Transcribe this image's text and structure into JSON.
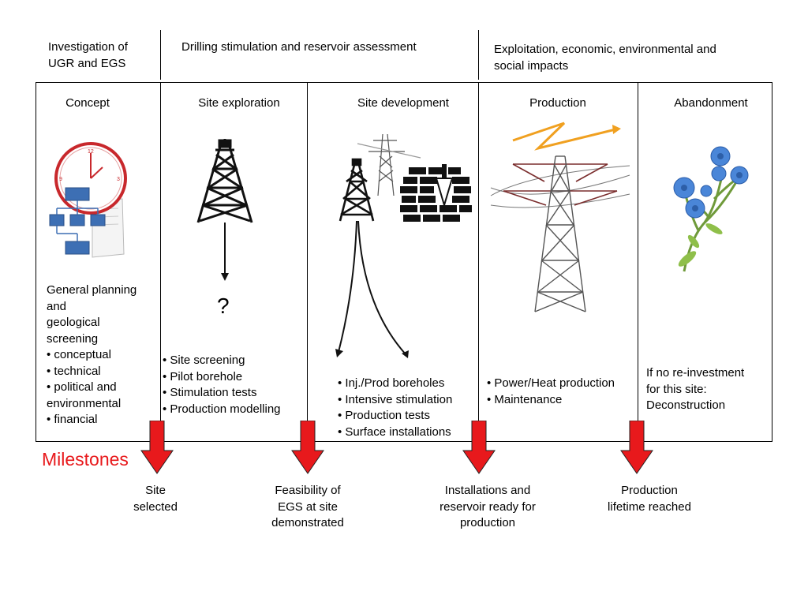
{
  "header": {
    "phase1": "Investigation of\nUGR and EGS",
    "phase2": "Drilling stimulation and reservoir assessment",
    "phase3": "Exploitation, economic, environmental and\nsocial impacts"
  },
  "columns": [
    {
      "title": "Concept",
      "body": "General planning\nand\ngeological\nscreening\n• conceptual\n• technical\n• political and\nenvironmental\n• financial"
    },
    {
      "title": "Site exploration",
      "body": "• Site screening\n• Pilot borehole\n• Stimulation tests\n• Production modelling"
    },
    {
      "title": "Site development",
      "body": "• Inj./Prod boreholes\n• Intensive stimulation\n• Production tests\n• Surface installations"
    },
    {
      "title": "Production",
      "body": "• Power/Heat production\n• Maintenance"
    },
    {
      "title": "Abandonment",
      "body": "If no re-investment\nfor this site:\nDeconstruction"
    }
  ],
  "question_mark": "?",
  "milestones": {
    "title": "Milestones",
    "title_color": "#e8191c",
    "arrow_color": "#e8191c",
    "items": [
      "Site\nselected",
      "Feasibility of\nEGS at site\ndemonstrated",
      "Installations and\nreservoir ready for\nproduction",
      "Production\nlifetime reached"
    ]
  },
  "icons": {
    "concept": "clock-flowchart-icon",
    "exploration": "drilling-rig-icon",
    "development": "rig-pylon-brickwall-icon",
    "production": "power-pylon-icon",
    "abandonment": "chicory-flower-icon"
  }
}
